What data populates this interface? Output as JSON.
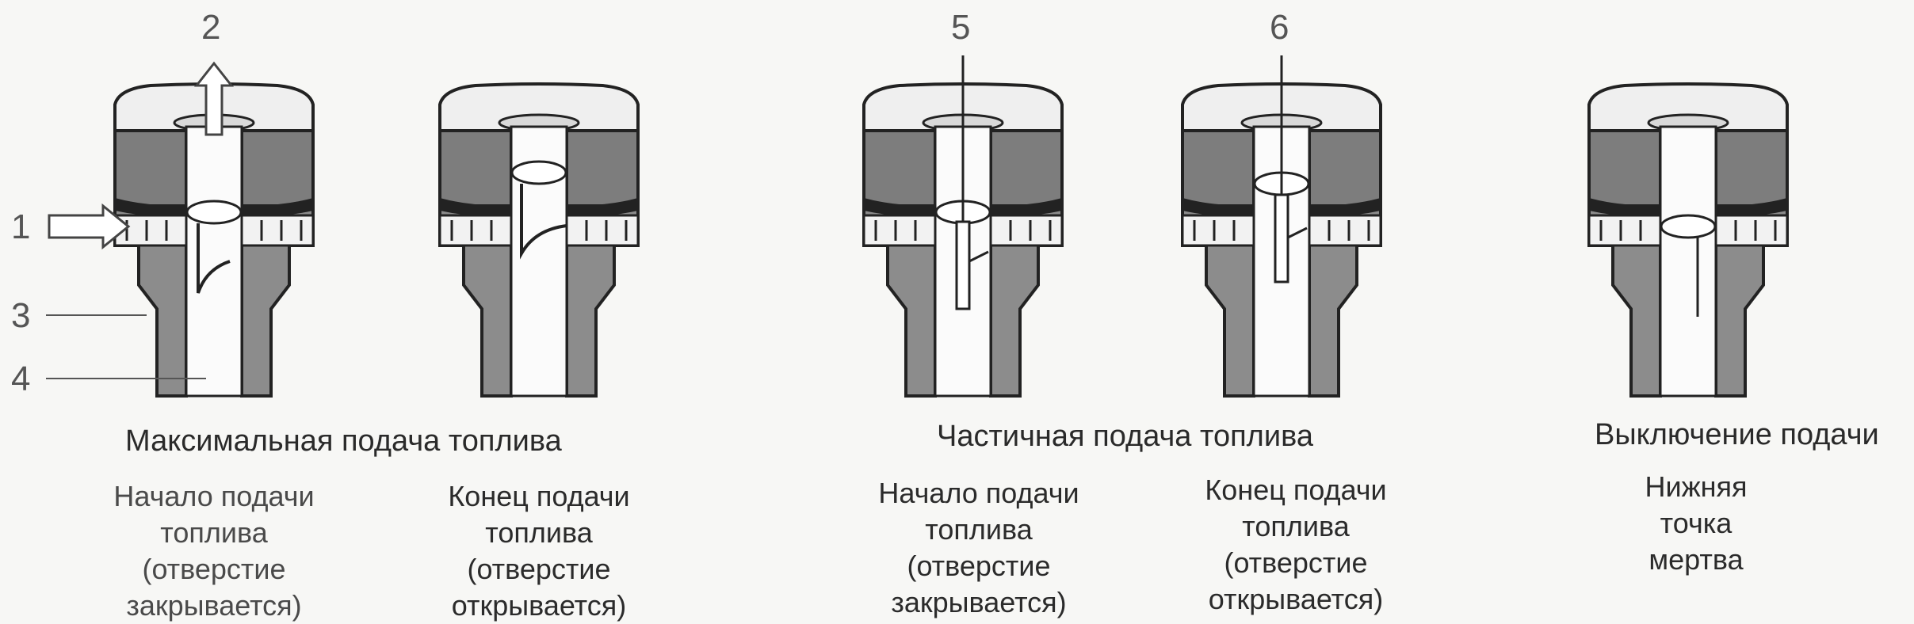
{
  "diagram": {
    "numbers": [
      "1",
      "2",
      "3",
      "4",
      "5",
      "6"
    ],
    "groups": [
      {
        "title": "Максимальная подача топлива"
      },
      {
        "title": "Частичная подача топлива"
      },
      {
        "title": "Выключение подачи"
      }
    ],
    "captions": [
      {
        "lines": [
          "Начало подачи",
          "топлива",
          "(отверстие",
          "закрывается)"
        ]
      },
      {
        "lines": [
          "Конец подачи",
          "топлива",
          "(отверстие",
          "открывается)"
        ]
      },
      {
        "lines": [
          "Начало подачи",
          "топлива",
          "(отверстие",
          "закрывается)"
        ]
      },
      {
        "lines": [
          "Конец подачи",
          "топлива",
          "(отверстие",
          "открывается)"
        ]
      },
      {
        "lines": [
          "Нижняя",
          "точка",
          "мертва"
        ]
      }
    ]
  }
}
